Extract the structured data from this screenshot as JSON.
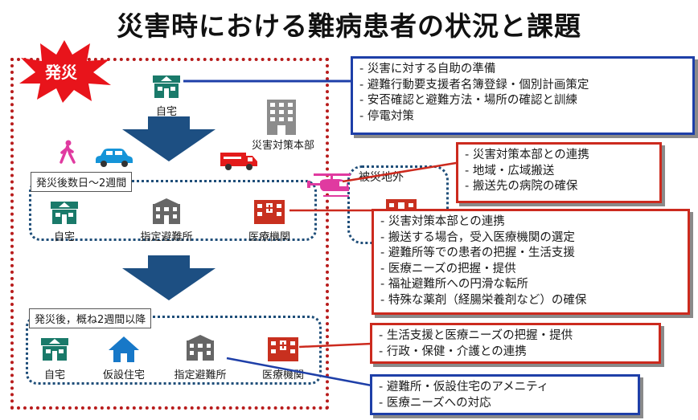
{
  "title": "災害時における難病患者の状況と課題",
  "burst_label": "発災",
  "phase1": {
    "home_label": "自宅",
    "hq_label": "災害対策本部"
  },
  "phase2": {
    "tag": "発災後数日～2週間",
    "labels": [
      "自宅",
      "指定避難所",
      "医療機関"
    ]
  },
  "outside": {
    "tag": "被災地外"
  },
  "phase3": {
    "tag": "発災後，概ね2週間以降",
    "labels": [
      "自宅",
      "仮設住宅",
      "指定避難所",
      "医療機関"
    ]
  },
  "callouts": {
    "c1": [
      "災害に対する自助の準備",
      "避難行動要支援者名簿登録・個別計画策定",
      "安否確認と避難方法・場所の確認と訓練",
      "停電対策"
    ],
    "c2": [
      "災害対策本部との連携",
      "地域・広域搬送",
      "搬送先の病院の確保"
    ],
    "c3": [
      "災害対策本部との連携",
      "搬送する場合，受入医療機関の選定",
      "避難所等での患者の把握・生活支援",
      "医療ニーズの把握・提供",
      "福祉避難所への円滑な転所",
      "特殊な薬剤（経腸栄養剤など）の確保"
    ],
    "c4": [
      "生活支援と医療ニーズの把握・提供",
      "行政・保健・介護との連携"
    ],
    "c5": [
      "避難所・仮設住宅のアメニティ",
      "医療ニーズへの対応"
    ]
  },
  "colors": {
    "callout_blue": "#1e3fa8",
    "callout_red": "#cc2a1e",
    "outer_border": "#b81c1c",
    "zone_border": "#1f4e79",
    "home_green": "#1a7a6a",
    "hospital_red": "#c8301f",
    "arrow_navy": "#1d4f82"
  }
}
